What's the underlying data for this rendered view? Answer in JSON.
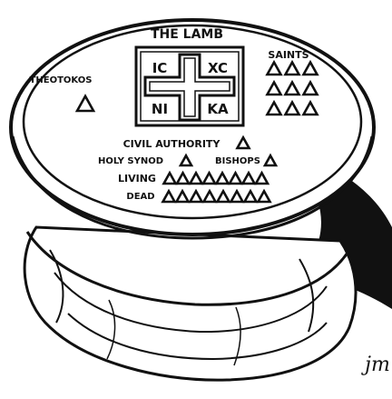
{
  "drawing": {
    "subject": "prosphora-seal",
    "colors": {
      "ink": "#111111",
      "paper": "#ffffff"
    }
  },
  "seal": {
    "lamb_label": "THE LAMB",
    "center_cross": {
      "top_left": "IC",
      "top_right": "XC",
      "bottom_left": "NI",
      "bottom_right": "KA"
    },
    "theotokos_label": "THEOTOKOS",
    "saints_label": "SAINTS",
    "saints_grid": {
      "rows": 3,
      "per_row": 3
    },
    "commemorations": [
      {
        "label": "CIVIL AUTHORITY",
        "count": 1
      },
      {
        "label": "HOLY SYNOD",
        "count": 1
      },
      {
        "label": "BISHOPS",
        "count": 1
      },
      {
        "label": "LIVING",
        "count": 8
      },
      {
        "label": "DEAD",
        "count": 8
      }
    ]
  },
  "signature": "jm"
}
